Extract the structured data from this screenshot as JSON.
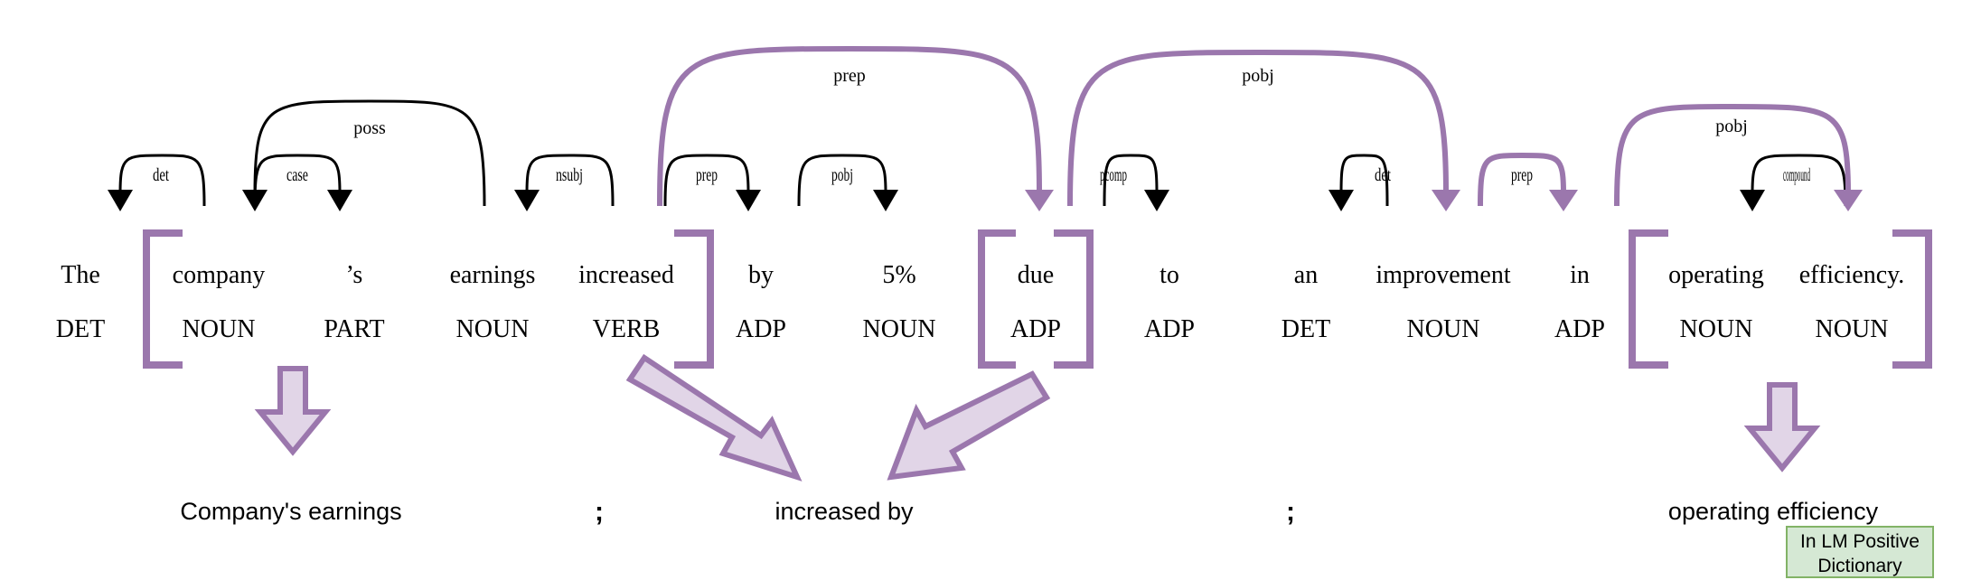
{
  "tokens": [
    {
      "text": "The",
      "pos": "DET"
    },
    {
      "text": "company",
      "pos": "NOUN"
    },
    {
      "text": "’s",
      "pos": "PART"
    },
    {
      "text": "earnings",
      "pos": "NOUN"
    },
    {
      "text": "increased",
      "pos": "VERB"
    },
    {
      "text": "by",
      "pos": "ADP"
    },
    {
      "text": "5%",
      "pos": "NOUN"
    },
    {
      "text": "due",
      "pos": "ADP"
    },
    {
      "text": "to",
      "pos": "ADP"
    },
    {
      "text": "an",
      "pos": "DET"
    },
    {
      "text": "improvement",
      "pos": "NOUN"
    },
    {
      "text": "in",
      "pos": "ADP"
    },
    {
      "text": "operating",
      "pos": "NOUN"
    },
    {
      "text": "efficiency.",
      "pos": "NOUN"
    }
  ],
  "arcs": [
    {
      "label": "det",
      "from": 1,
      "to": 0,
      "highlight": false
    },
    {
      "label": "case",
      "from": 1,
      "to": 2,
      "highlight": false
    },
    {
      "label": "poss",
      "from": 3,
      "to": 1,
      "highlight": false
    },
    {
      "label": "nsubj",
      "from": 4,
      "to": 3,
      "highlight": false
    },
    {
      "label": "prep",
      "from": 4,
      "to": 5,
      "highlight": false
    },
    {
      "label": "pobj",
      "from": 5,
      "to": 6,
      "highlight": false
    },
    {
      "label": "prep",
      "from": 4,
      "to": 7,
      "highlight": true
    },
    {
      "label": "pcomp",
      "from": 7,
      "to": 8,
      "highlight": false
    },
    {
      "label": "det",
      "from": 10,
      "to": 9,
      "highlight": false
    },
    {
      "label": "pobj",
      "from": 7,
      "to": 10,
      "highlight": true
    },
    {
      "label": "prep",
      "from": 10,
      "to": 11,
      "highlight": true
    },
    {
      "label": "compound",
      "from": 13,
      "to": 12,
      "highlight": false
    },
    {
      "label": "pobj",
      "from": 11,
      "to": 13,
      "highlight": true
    }
  ],
  "phrases": {
    "first": "Company's earnings",
    "separator_1": ";",
    "second": "increased by",
    "separator_2": ";",
    "third": "operating efficiency"
  },
  "note": {
    "line1": "In LM Positive",
    "line2": "Dictionary"
  },
  "colors": {
    "accent": "#9b77ad",
    "arrow_fill": "#e1d5e7",
    "note_fill": "#d5e8d4",
    "note_border": "#82b366"
  }
}
